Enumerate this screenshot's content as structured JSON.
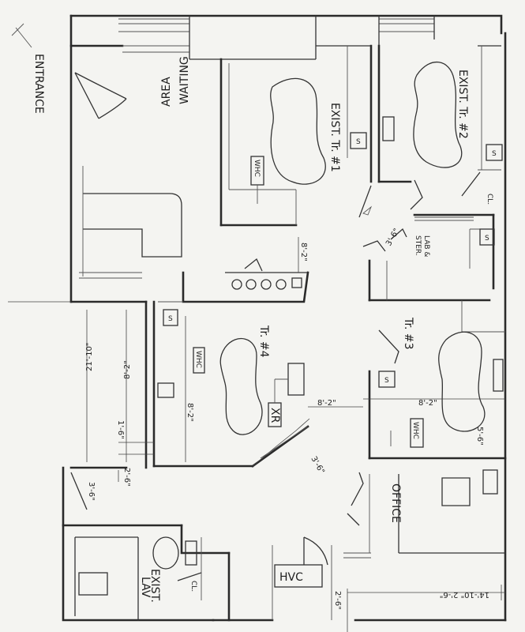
{
  "rooms": {
    "entrance": "ENTRANCE",
    "waiting_area_1": "WAITING",
    "waiting_area_2": "AREA",
    "exam_1": "EXIST. Tr. #1",
    "exam_2": "EXIST. Tr. #2",
    "exam_3": "Tr. #3",
    "exam_4": "Tr. #4",
    "lab_1": "LAB &",
    "lab_2": "STER.",
    "xray": "XR",
    "office": "OFFICE",
    "lav_1": "EXIST.",
    "lav_2": "LAV",
    "closet_lav": "CL.",
    "closet_lab": "CL.",
    "hvac": "HVC"
  },
  "fixtures": {
    "sink": "S",
    "whc": "WHC"
  },
  "dimensions": {
    "corridor_width": "8'-2\"",
    "corridor_length": "21'-10\"",
    "width_8_2_a": "8'-2\"",
    "width_8_2_b": "8'-2\"",
    "width_8_2_c": "8'-2\"",
    "width_8_2_d": "8'-2\"",
    "small_3_6_a": "3'-6\"",
    "small_3_6_b": "3'-6\"",
    "small_3_6_c": "3'-6\"",
    "small_1_6": "1'-6\"",
    "small_5_6": "5'-6\"",
    "small_2_6": "2'-6\"",
    "bottom_run": "14'-10\" 2'-6\"",
    "bottom_small": "2'-6\""
  }
}
